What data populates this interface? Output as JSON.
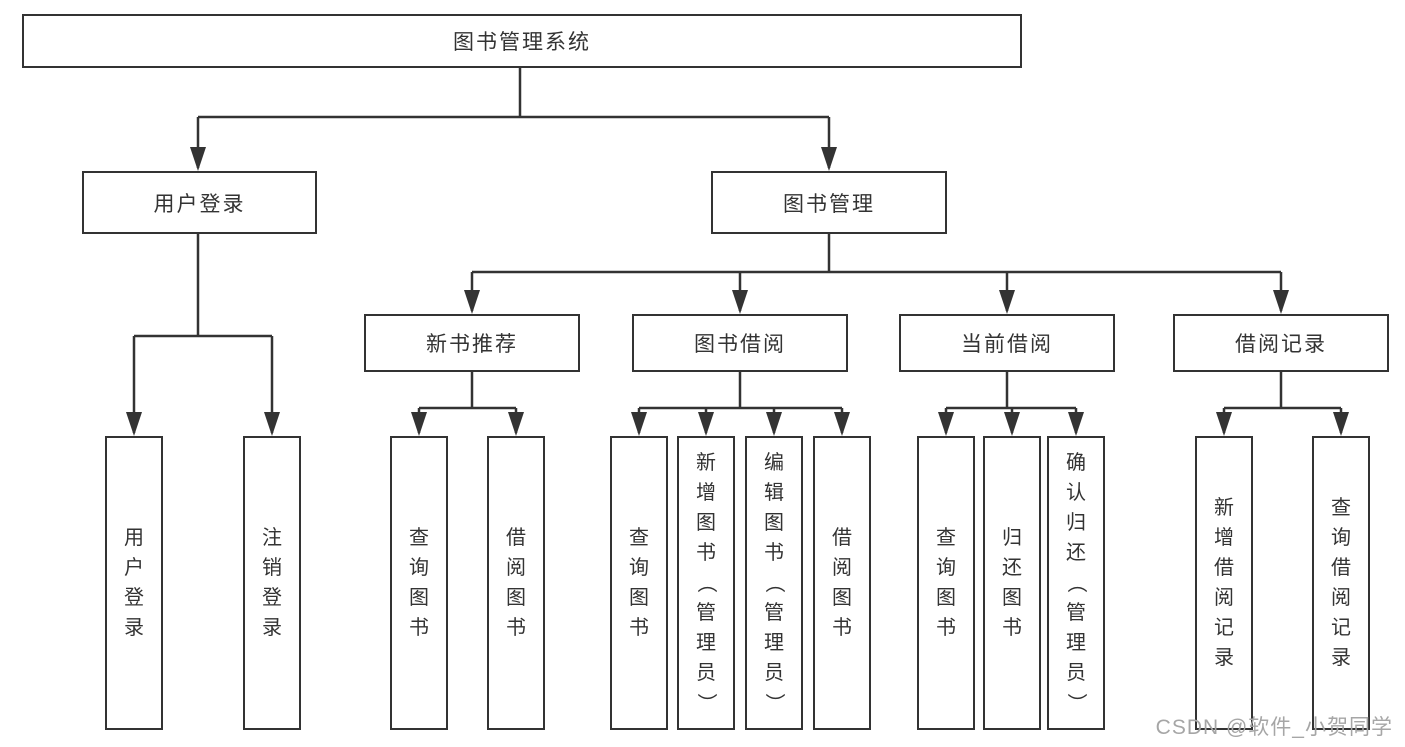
{
  "tree": {
    "root": {
      "label": "图书管理系统",
      "children": [
        {
          "label": "用户登录",
          "children": [
            {
              "label": "用户登录"
            },
            {
              "label": "注销登录"
            }
          ]
        },
        {
          "label": "图书管理",
          "children": [
            {
              "label": "新书推荐",
              "children": [
                {
                  "label": "查询图书"
                },
                {
                  "label": "借阅图书"
                }
              ]
            },
            {
              "label": "图书借阅",
              "children": [
                {
                  "label": "查询图书"
                },
                {
                  "label": "新增图书（管理员）"
                },
                {
                  "label": "编辑图书（管理员）"
                },
                {
                  "label": "借阅图书"
                }
              ]
            },
            {
              "label": "当前借阅",
              "children": [
                {
                  "label": "查询图书"
                },
                {
                  "label": "归还图书"
                },
                {
                  "label": "确认归还（管理员）"
                }
              ]
            },
            {
              "label": "借阅记录",
              "children": [
                {
                  "label": "新增借阅记录"
                },
                {
                  "label": "查询借阅记录"
                }
              ]
            }
          ]
        }
      ]
    }
  },
  "watermark": "CSDN @软件_小贺同学",
  "colors": {
    "line": "#333333",
    "box_background": "#ffffff",
    "watermark": "#a6a6a6"
  }
}
